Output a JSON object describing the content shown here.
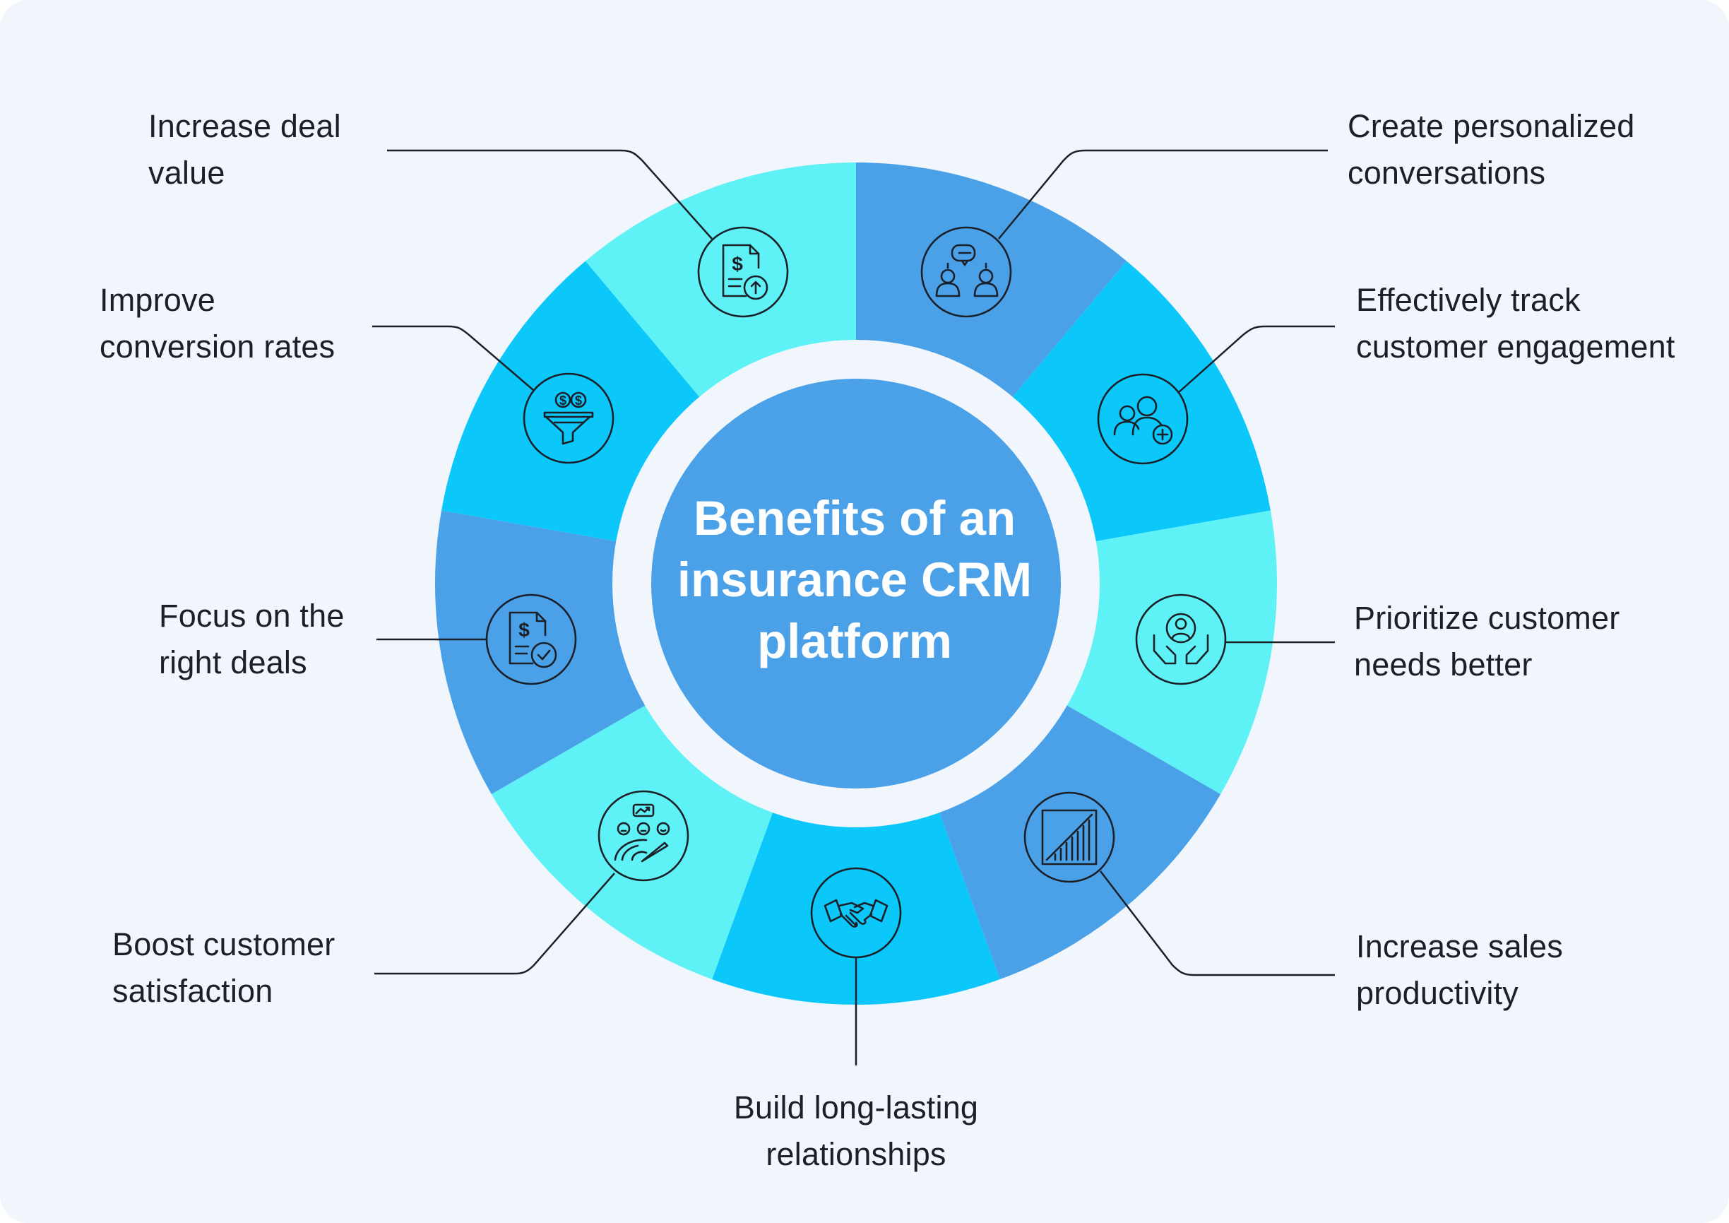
{
  "center": {
    "title_lines": [
      "Benefits of an",
      "insurance CRM",
      "platform"
    ]
  },
  "colors": {
    "background": "#f1f6fd",
    "segment_cyan_light": "#5ef1f5",
    "segment_cyan": "#0cc7fa",
    "segment_blue": "#4aa1e8",
    "ring_gap": "#f1f6fd",
    "hub": "#4aa1e8",
    "stroke": "#1b1f27",
    "label_text": "#1b1f27"
  },
  "benefits": [
    {
      "id": "increase-deal-value",
      "lines": [
        "Increase deal",
        "value"
      ],
      "icon": "invoice-dollar-upload-icon"
    },
    {
      "id": "create-personalized-conversations",
      "lines": [
        "Create personalized",
        "conversations"
      ],
      "icon": "chat-people-icon"
    },
    {
      "id": "effectively-track-engagement",
      "lines": [
        "Effectively track",
        "customer engagement"
      ],
      "icon": "users-add-icon"
    },
    {
      "id": "prioritize-customer-needs",
      "lines": [
        "Prioritize customer",
        "needs better"
      ],
      "icon": "hands-person-icon"
    },
    {
      "id": "increase-sales-productivity",
      "lines": [
        "Increase sales",
        "productivity"
      ],
      "icon": "growth-chart-icon"
    },
    {
      "id": "build-relationships",
      "lines": [
        "Build long-lasting",
        "relationships"
      ],
      "icon": "handshake-icon"
    },
    {
      "id": "boost-satisfaction",
      "lines": [
        "Boost customer",
        "satisfaction"
      ],
      "icon": "satisfaction-gauge-icon"
    },
    {
      "id": "focus-right-deals",
      "lines": [
        "Focus on the",
        "right deals"
      ],
      "icon": "invoice-check-icon"
    },
    {
      "id": "improve-conversion",
      "lines": [
        "Improve",
        "conversion rates"
      ],
      "icon": "funnel-dollar-icon"
    }
  ]
}
